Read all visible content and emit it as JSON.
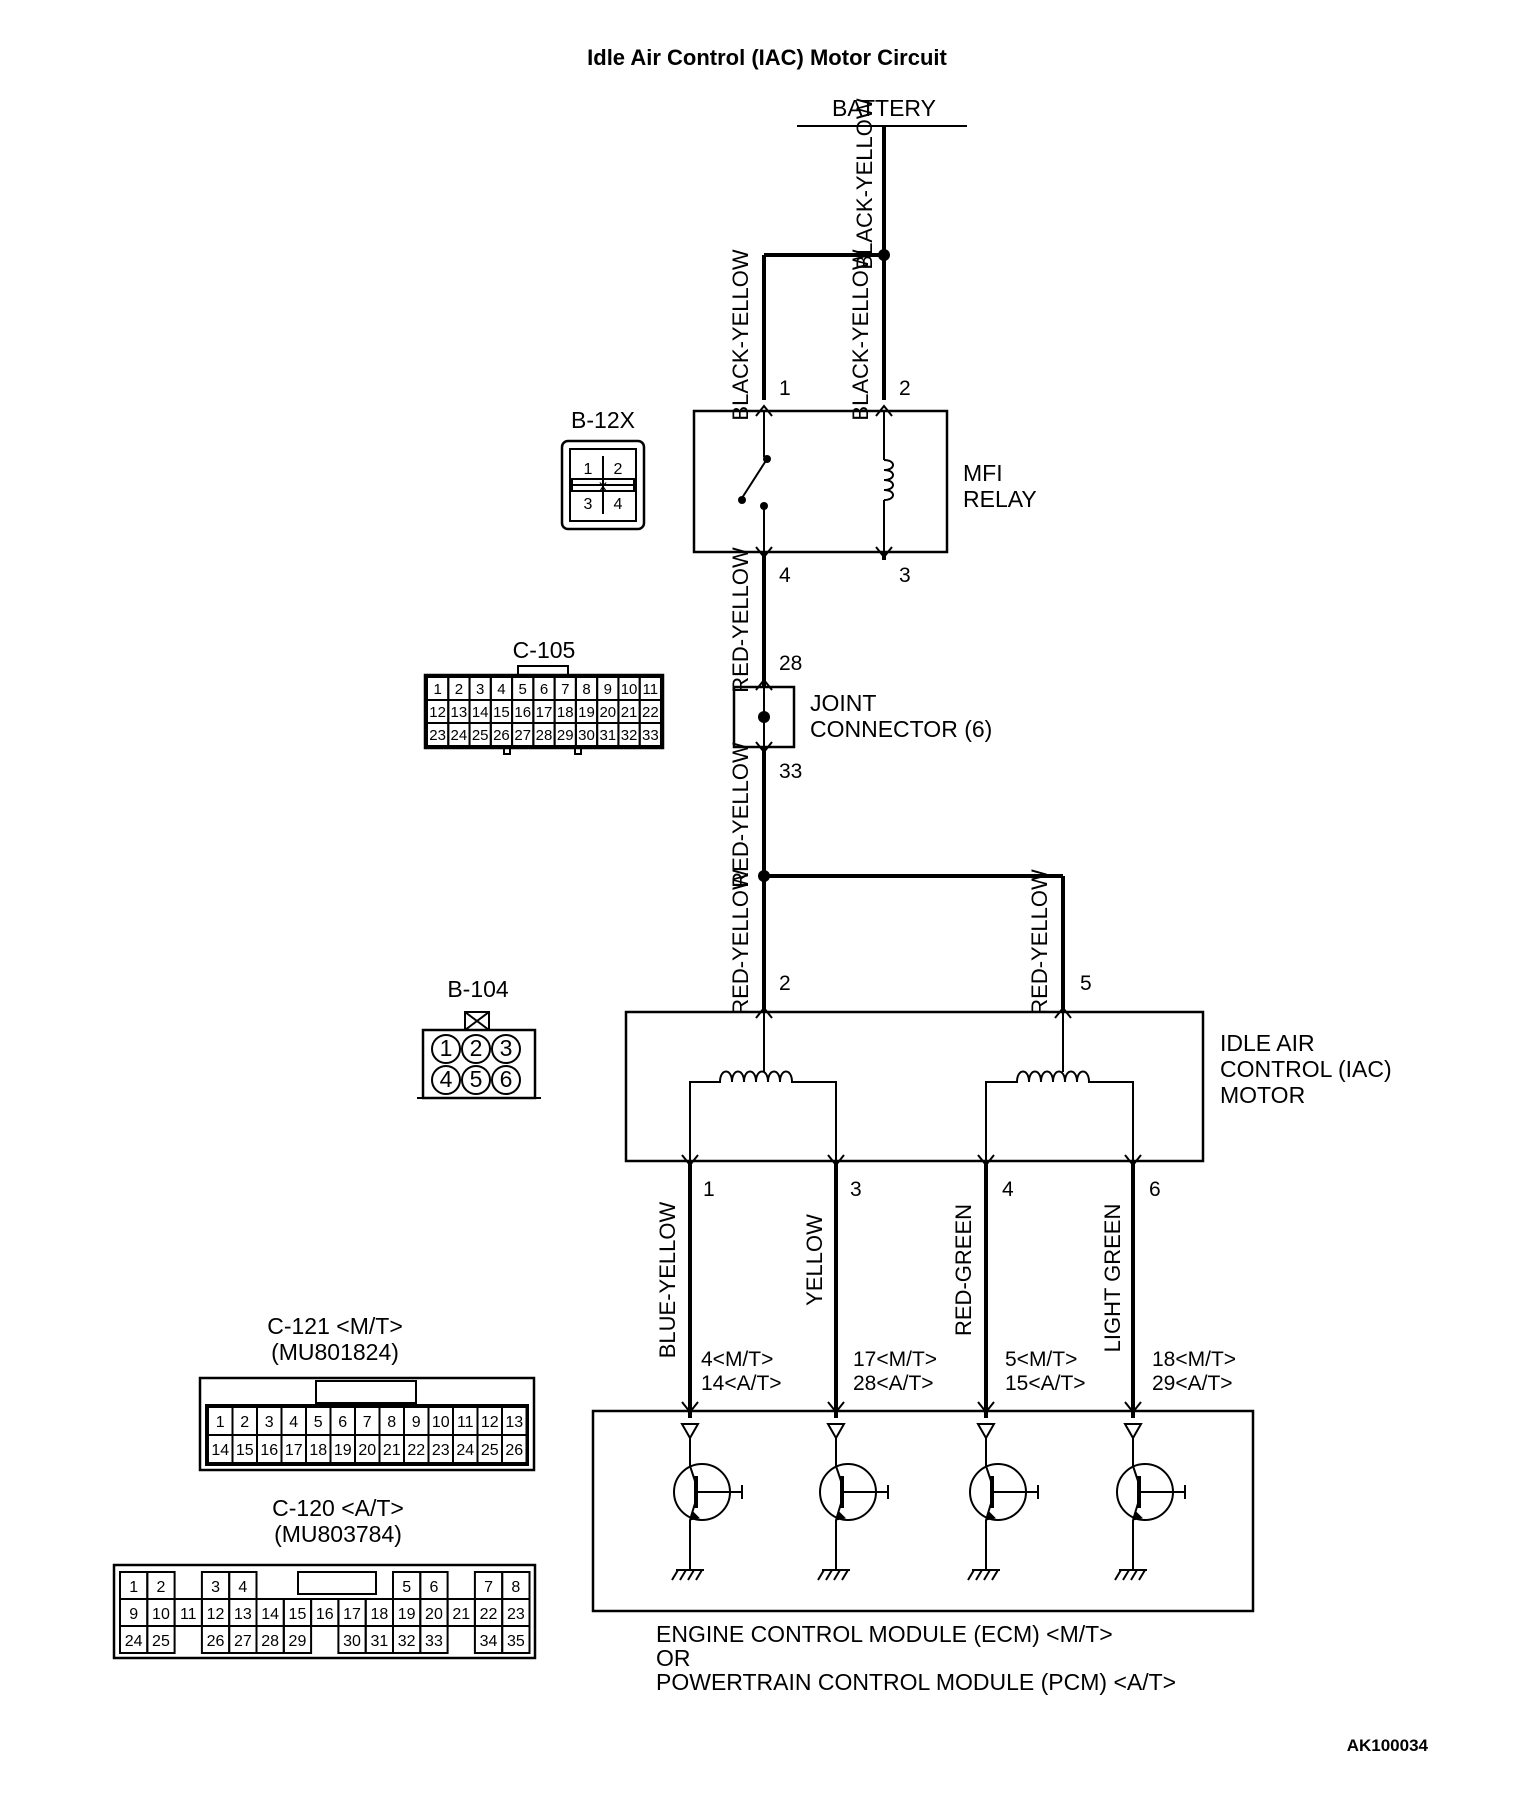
{
  "title": "Idle Air Control (IAC) Motor Circuit",
  "figure_code": "AK100034",
  "battery": {
    "label": "BATTERY",
    "wire": "BLACK-YELLOW"
  },
  "mfi_relay": {
    "label": [
      "MFI",
      "RELAY"
    ],
    "pins": {
      "p1": "1",
      "p2": "2",
      "p3": "3",
      "p4": "4"
    },
    "wire_in_left": "BLACK-YELLOW",
    "wire_in_right": "BLACK-YELLOW",
    "wire_out": "RED-YELLOW"
  },
  "joint_connector": {
    "label": [
      "JOINT",
      "CONNECTOR (6)"
    ],
    "pin_in": "28",
    "pin_out": "33",
    "wire_out": "RED-YELLOW"
  },
  "iac_motor": {
    "label": [
      "IDLE AIR",
      "CONTROL (IAC)",
      "MOTOR"
    ],
    "pins_in": [
      "2",
      "5"
    ],
    "wires_in": [
      "RED-YELLOW",
      "RED-YELLOW"
    ],
    "pins_out": [
      "1",
      "3",
      "4",
      "6"
    ]
  },
  "output_wires": [
    {
      "color": "BLUE-YELLOW",
      "mt": "4<M/T>",
      "at": "14<A/T>"
    },
    {
      "color": "YELLOW",
      "mt": "17<M/T>",
      "at": "28<A/T>"
    },
    {
      "color": "RED-GREEN",
      "mt": "5<M/T>",
      "at": "15<A/T>"
    },
    {
      "color": "LIGHT GREEN",
      "mt": "18<M/T>",
      "at": "29<A/T>"
    }
  ],
  "ecm": {
    "label": [
      "ENGINE CONTROL MODULE (ECM) <M/T>",
      "OR",
      "POWERTRAIN CONTROL MODULE (PCM) <A/T>"
    ]
  },
  "connectors": {
    "b12x": {
      "name": "B-12X",
      "pins": [
        "1",
        "2",
        "3",
        "4"
      ]
    },
    "c105": {
      "name": "C-105",
      "rows": [
        [
          "1",
          "2",
          "3",
          "4",
          "5",
          "6",
          "7",
          "8",
          "9",
          "10",
          "11"
        ],
        [
          "12",
          "13",
          "14",
          "15",
          "16",
          "17",
          "18",
          "19",
          "20",
          "21",
          "22"
        ],
        [
          "23",
          "24",
          "25",
          "26",
          "27",
          "28",
          "29",
          "30",
          "31",
          "32",
          "33"
        ]
      ]
    },
    "b104": {
      "name": "B-104",
      "pins": [
        "1",
        "2",
        "3",
        "4",
        "5",
        "6"
      ]
    },
    "c121": {
      "name": "C-121 <M/T>",
      "part": "(MU801824)",
      "rows": [
        [
          "1",
          "2",
          "3",
          "4",
          "5",
          "6",
          "7",
          "8",
          "9",
          "10",
          "11",
          "12",
          "13"
        ],
        [
          "14",
          "15",
          "16",
          "17",
          "18",
          "19",
          "20",
          "21",
          "22",
          "23",
          "24",
          "25",
          "26"
        ]
      ]
    },
    "c120": {
      "name": "C-120 <A/T>",
      "part": "(MU803784)",
      "rows": [
        [
          "1",
          "2",
          "",
          "3",
          "4",
          "",
          "",
          "",
          "",
          "",
          "5",
          "6",
          "",
          "7",
          "8"
        ],
        [
          "9",
          "10",
          "11",
          "12",
          "13",
          "14",
          "15",
          "16",
          "17",
          "18",
          "19",
          "20",
          "21",
          "22",
          "23"
        ],
        [
          "24",
          "25",
          "",
          "26",
          "27",
          "28",
          "29",
          "",
          "30",
          "31",
          "32",
          "33",
          "",
          "34",
          "35"
        ]
      ]
    }
  }
}
